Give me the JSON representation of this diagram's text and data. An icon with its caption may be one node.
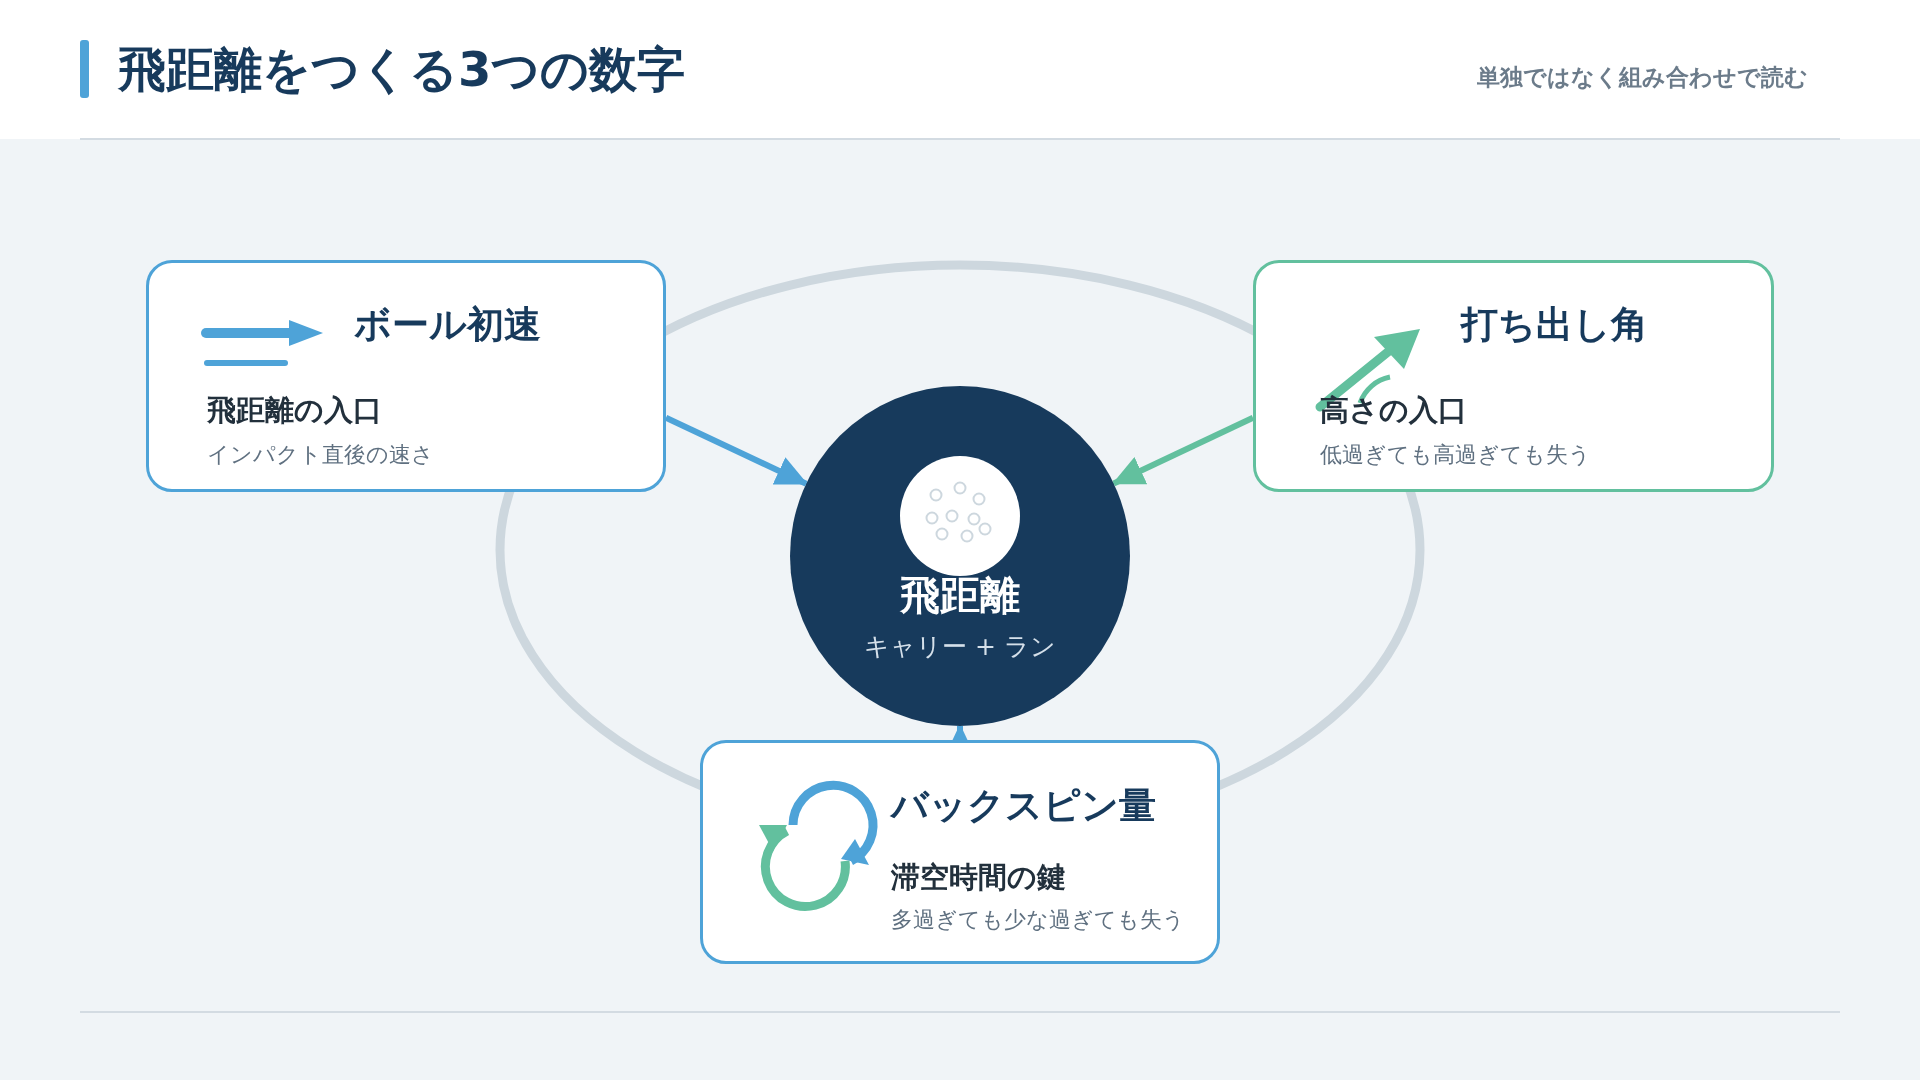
{
  "diagram": {
    "title": "飛距離をつくる3つの数字",
    "nodes": [
      {
        "text": [
          "ボール初速",
          "飛距離の入口",
          "インパクト直後の速さ"
        ]
      },
      {
        "text": [
          "打ち出し角",
          "高さの入口",
          "低過ぎても高過ぎても失う"
        ]
      },
      {
        "text": [
          "飛距離",
          "キャリー + ラン"
        ]
      },
      {
        "text": [
          "バックスピン量",
          "滞空時間の鍵",
          "多過ぎても少な過ぎても失う"
        ]
      }
    ],
    "edges": [
      {
        "from": 0,
        "to": 2,
        "arrow": "to"
      },
      {
        "from": 1,
        "to": 2,
        "arrow": "to",
        "color": "#62c09e"
      },
      {
        "from": 3,
        "to": 2,
        "arrow": "to"
      }
    ],
    "labels": [
      "単独ではなく組み合わせで読む"
    ]
  }
}
